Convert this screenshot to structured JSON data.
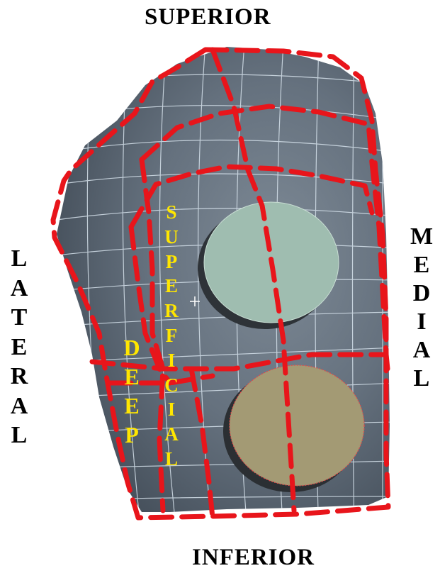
{
  "labels": {
    "superior": "SUPERIOR",
    "inferior": "INFERIOR",
    "lateral": "LATERAL",
    "medial": "MEDIAL",
    "superficial": "SUPERFICIAL",
    "deep": "DEEP"
  },
  "colors": {
    "region_outline": "#e8151b",
    "surface": "#5f6b78",
    "mesh_lines": "#d6e2ec",
    "upper_circle": "#9fbdb0",
    "lower_circle": "#a39a74",
    "region_labels": "#ffe600",
    "direction_labels": "#000000"
  }
}
